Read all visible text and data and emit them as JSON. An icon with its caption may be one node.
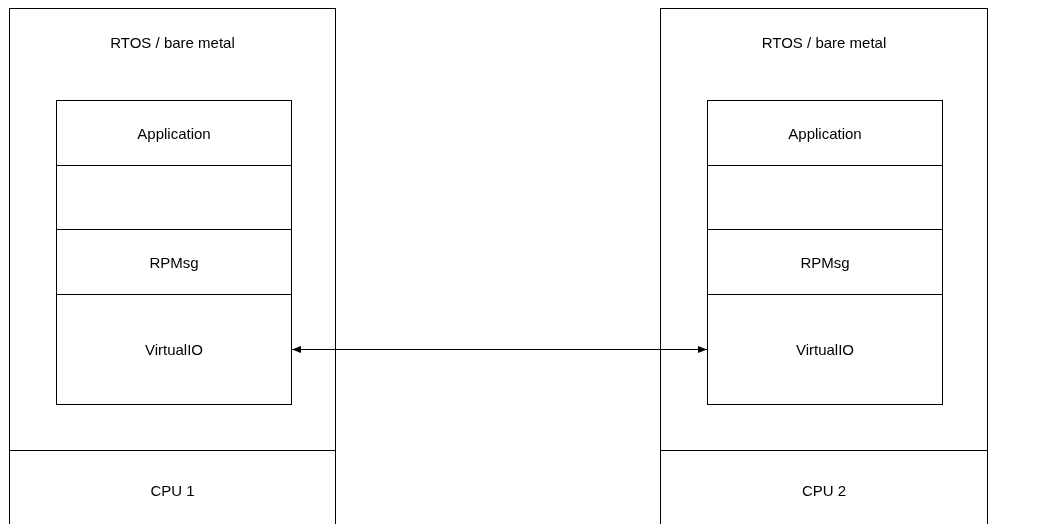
{
  "diagram": {
    "nodes": [
      {
        "text": [
          "RTOS / bare metal"
        ]
      },
      {
        "text": [
          "Application"
        ],
        "in": 0
      },
      {
        "text": [],
        "shape": "box",
        "in": 0
      },
      {
        "text": [
          "RPMsg"
        ],
        "in": 0
      },
      {
        "text": [
          "VirtualIO"
        ],
        "in": 0
      },
      {
        "text": [
          "CPU 1"
        ]
      },
      {
        "text": [
          "RTOS / bare metal"
        ]
      },
      {
        "text": [
          "Application"
        ],
        "in": 6
      },
      {
        "text": [],
        "shape": "box",
        "in": 6
      },
      {
        "text": [
          "RPMsg"
        ],
        "in": 6
      },
      {
        "text": [
          "VirtualIO"
        ],
        "in": 6
      },
      {
        "text": [
          "CPU 2"
        ]
      }
    ],
    "edges": [
      {
        "from": 4,
        "to": 10,
        "arrow": "both"
      }
    ]
  }
}
